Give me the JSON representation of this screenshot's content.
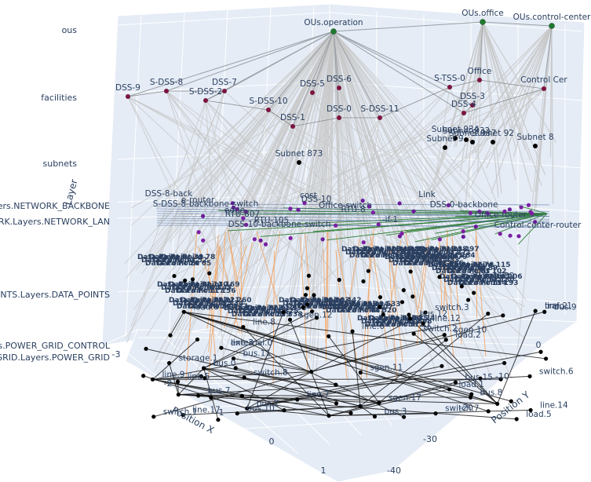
{
  "chart_data": {
    "type": "scatter3d",
    "axes": {
      "x": {
        "title": "Position X",
        "ticks": [
          "-3",
          "-2",
          "-1",
          "0",
          "1"
        ]
      },
      "y": {
        "title": "Position Y",
        "ticks": [
          "0",
          "-10",
          "-20",
          "-30",
          "-40"
        ]
      },
      "z": {
        "title": "Layer",
        "ticks": [
          "ous",
          "facilities",
          "subnets",
          "Layers.NETWORK.Layers.NETWORK_BACKBONE",
          "Layers.NETWORK.Layers.NETWORK_LAN",
          "Layers.DATA_POINTS.Layers.DATA_POINTS",
          "Layers.POWER_GRID.Layers.POWER_GRID_CONTROL",
          "Layers.POWER_GRID.Layers.POWER_GRID"
        ]
      }
    },
    "colors": {
      "ous": "#1e7a2e",
      "facilities": "#7a1440",
      "network": "#7b1fa2",
      "nodes": "#000000",
      "tree_edges": "#c8c8c8",
      "grid_edges": "#111111",
      "dp_edges": "#f4a460",
      "net_edges": "#2e7d32",
      "scene_bg": "#e5ecf6"
    },
    "ous": [
      "OUs.operation",
      "OUs.office",
      "OUs.control-center"
    ],
    "facilities": [
      "DSS-9",
      "S-DSS-8",
      "DSS-7",
      "S-DSS-2",
      "S-DSS-10",
      "DSS-1",
      "DSS-0",
      "S-DSS-11",
      "S-TSS-0",
      "Office",
      "Control Cer",
      "DSS-4",
      "DSS-3",
      "DSS-5",
      "DSS-6"
    ],
    "subnets": [
      "Subnet 873",
      "Subnet 92",
      "Subnet 937",
      "Subnet 9",
      "Subnet 8",
      "Subnet 932",
      "Subnet 934"
    ],
    "network_labels": [
      "DSS-8-back",
      "S-DSS-8-backbone-switch",
      "RTU-807",
      "DSS-10-backbone-switch",
      "DSS-10",
      "RTU-8",
      "-if-1",
      "Link",
      "DSS-0-backbone",
      "Office-router",
      "Control-center-router",
      "e-router",
      "edge",
      "RTU-105",
      "cost",
      "Office-switch"
    ],
    "data_point_labels": [
      "Point 15",
      "Point 1",
      "Point 158",
      "Point 582",
      "6"
    ],
    "grid_labels": [
      "line.3",
      "line.2",
      "line.8",
      "line.6",
      "line.5",
      "line.9",
      "line.12",
      "line.14",
      "line.17",
      "line.7",
      "bus.11",
      "bus.7",
      "bus.2",
      "bus.3",
      "bus.8",
      "bus.9",
      "bus.12",
      "bus.15",
      "bus.10",
      "bus.0",
      "switch.3",
      "switch.2",
      "switch.7",
      "switch.8",
      "switch.6",
      "switch.1",
      "load.6",
      "load.1",
      "load.2",
      "load.5",
      "sgen.10",
      "sgen.11",
      "sgen.12",
      "sgen.17",
      "storage.1",
      "external.0",
      "trafo.1"
    ]
  }
}
